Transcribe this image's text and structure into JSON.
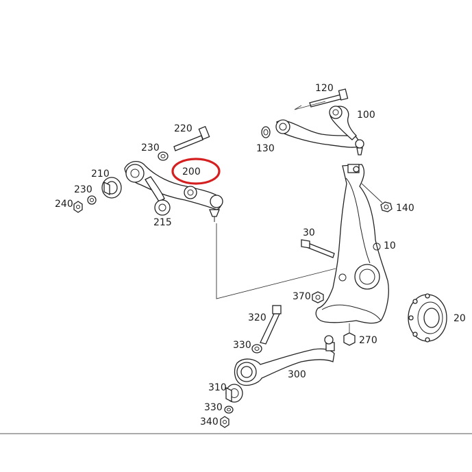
{
  "diagram": {
    "labels": {
      "p10": "10",
      "p20": "20",
      "p30": "30",
      "p100": "100",
      "p120": "120",
      "p130": "130",
      "p140": "140",
      "p200": "200",
      "p210": "210",
      "p215": "215",
      "p220": "220",
      "p230a": "230",
      "p230b": "230",
      "p240": "240",
      "p270": "270",
      "p300": "300",
      "p310": "310",
      "p320": "320",
      "p330a": "330",
      "p330b": "330",
      "p340": "340",
      "p370": "370"
    },
    "highlight_color": "#d42020",
    "highlighted_part": "200"
  }
}
